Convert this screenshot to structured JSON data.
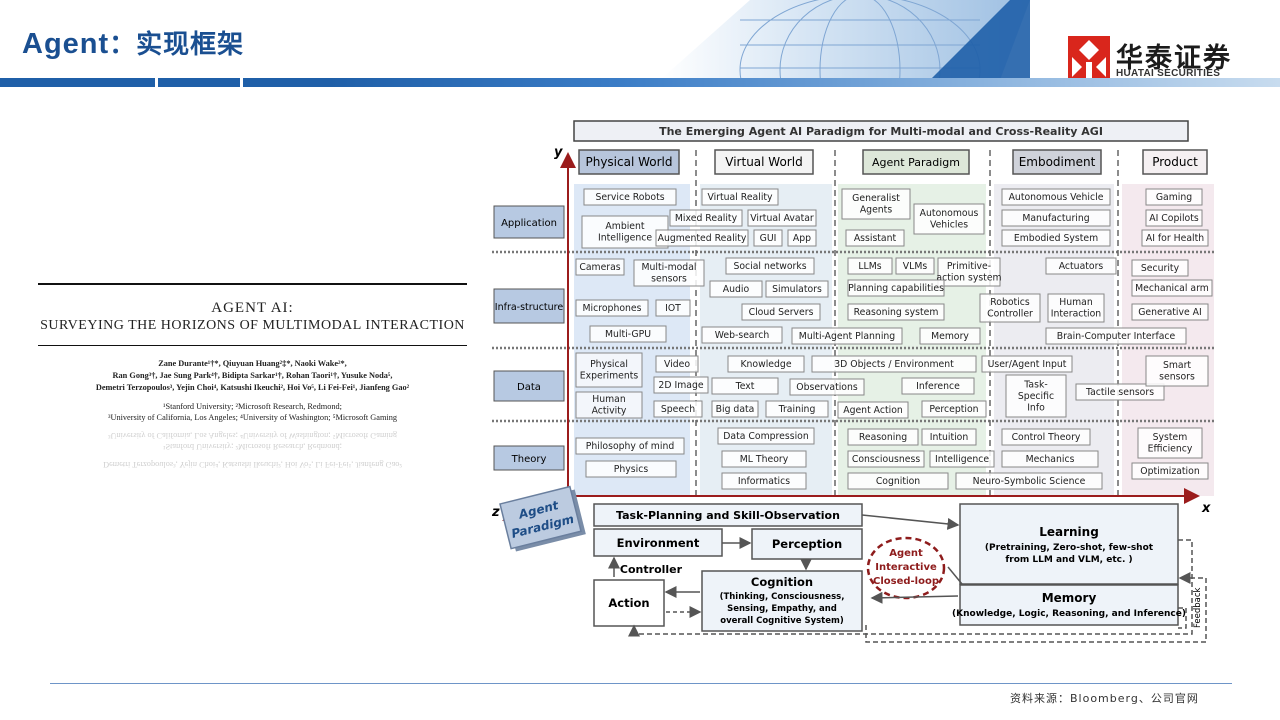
{
  "header": {
    "title_en": "Agent",
    "title_cn": "：实现框架"
  },
  "logo": {
    "name_cn": "华泰证券",
    "name_en": "HUATAI SECURITIES"
  },
  "paper": {
    "title_line1": "AGENT AI:",
    "title_line2": "SURVEYING THE HORIZONS OF MULTIMODAL INTERACTION",
    "authors_line1": "Zane Durante¹†*, Qiuyuan Huang²‡*, Naoki Wake²*,",
    "authors_line2": "Ran Gong³†, Jae Sung Park⁴†, Bidipta Sarkar¹†, Rohan Taori¹†, Yusuke Noda⁵,",
    "authors_line3": "Demetri Terzopoulos³, Yejin Choi⁴, Katsushi Ikeuchi², Hoi Vo⁵, Li Fei-Fei¹, Jianfeng Gao²",
    "affil_line1": "¹Stanford University; ²Microsoft Research, Redmond;",
    "affil_line2": "³University of California, Los Angeles; ⁴University of Washington; ⁵Microsoft Gaming"
  },
  "figure": {
    "banner": "The Emerging Agent AI Paradigm for Multi-modal and Cross-Reality AGI",
    "axis_y": "y",
    "axis_x": "x",
    "axis_z": "z",
    "columns": [
      "Physical World",
      "Virtual World",
      "Agent Paradigm",
      "Embodiment",
      "Product"
    ],
    "rows": [
      "Application",
      "Infra-structure",
      "Data",
      "Theory"
    ],
    "cells": {
      "app": [
        "Service Robots",
        "Ambient Intelligence",
        "Virtual Reality",
        "Mixed Reality",
        "Virtual Avatar",
        "Augmented Reality",
        "GUI",
        "App",
        "Generalist Agents",
        "Autonomous Vehicles",
        "Assistant",
        "Autonomous Vehicle",
        "Manufacturing",
        "Embodied System",
        "Gaming",
        "AI Copilots",
        "AI for Health"
      ],
      "infra": [
        "Cameras",
        "Multi-modal sensors",
        "Microphones",
        "IOT",
        "Multi-GPU",
        "Social networks",
        "Audio",
        "Simulators",
        "Cloud Servers",
        "Web-search",
        "Multi-Agent Planning",
        "LLMs",
        "VLMs",
        "Primitive-action system",
        "Planning capabilities",
        "Reasoning system",
        "Memory",
        "Actuators",
        "Robotics Controller",
        "Human Interaction",
        "Brain-Computer Interface",
        "Security",
        "Mechanical arm",
        "Generative AI"
      ],
      "data": [
        "Physical Experiments",
        "Video",
        "2D Image",
        "Human Activity",
        "Speech",
        "Knowledge",
        "3D Objects / Environment",
        "Text",
        "Observations",
        "Big data",
        "Training",
        "Agent Action",
        "Inference",
        "Perception",
        "User/Agent Input",
        "Task-Specific Info",
        "Tactile sensors",
        "Smart sensors"
      ],
      "theory": [
        "Philosophy of mind",
        "Physics",
        "Data Compression",
        "ML Theory",
        "Informatics",
        "Reasoning",
        "Intuition",
        "Consciousness",
        "Intelligence",
        "Cognition",
        "Control Theory",
        "Mechanics",
        "Neuro-Symbolic Science",
        "System Efficiency",
        "Optimization"
      ]
    },
    "paradigm_badge": [
      "Agent",
      "Paradigm"
    ],
    "loop": {
      "task_planning": "Task-Planning and Skill-Observation",
      "environment": "Environment",
      "perception": "Perception",
      "controller": "Controller",
      "action": "Action",
      "cognition_title": "Cognition",
      "cognition_desc": [
        "(Thinking, Consciousness,",
        "Sensing, Empathy, and",
        "overall Cognitive System)"
      ],
      "closed_loop": [
        "Agent",
        "Interactive",
        "Closed-loop"
      ],
      "learning_title": "Learning",
      "learning_desc": [
        "(Pretraining, Zero-shot, few-shot",
        "from LLM and VLM, etc. )"
      ],
      "memory_title": "Memory",
      "memory_desc": "(Knowledge, Logic, Reasoning, and Inference)",
      "feedback": "Feedback"
    }
  },
  "footer": {
    "source": "资料来源：Bloomberg、公司官网"
  },
  "colors": {
    "brand_blue": "#1a4f91",
    "logo_red": "#d9261c",
    "axis_red": "#9b1c1c"
  }
}
